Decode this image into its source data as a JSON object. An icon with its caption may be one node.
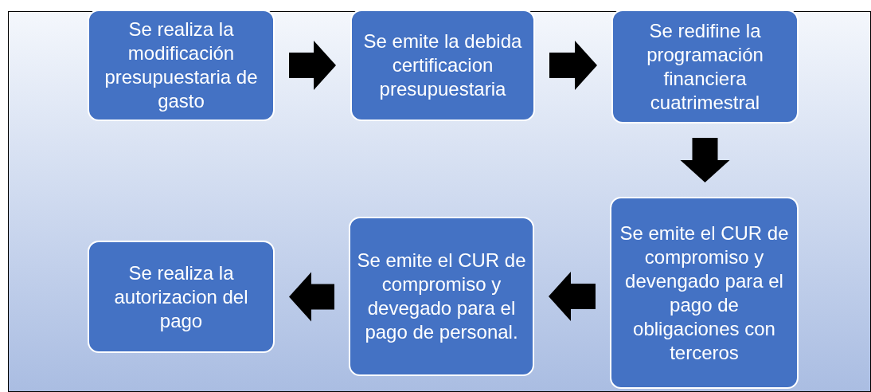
{
  "diagram": {
    "nodes": [
      {
        "text": [
          "Se realiza la modificación presupuestaria de gasto"
        ]
      },
      {
        "text": [
          "Se emite la debida certificacion presupuestaria"
        ]
      },
      {
        "text": [
          "Se redifine la programación financiera cuatrimestral"
        ]
      },
      {
        "text": [
          "Se emite el CUR de compromiso y devengado para el pago de obligaciones con terceros"
        ]
      },
      {
        "text": [
          "Se emite el CUR de compromiso y devegado para el pago de personal."
        ]
      },
      {
        "text": [
          "Se realiza la autorizacion del pago"
        ]
      }
    ],
    "edges": [
      {
        "from": 0,
        "to": 1,
        "arrow": "to"
      },
      {
        "from": 1,
        "to": 2,
        "arrow": "to"
      },
      {
        "from": 2,
        "to": 3,
        "arrow": "to"
      },
      {
        "from": 3,
        "to": 4,
        "arrow": "to"
      },
      {
        "from": 4,
        "to": 5,
        "arrow": "to"
      }
    ]
  }
}
